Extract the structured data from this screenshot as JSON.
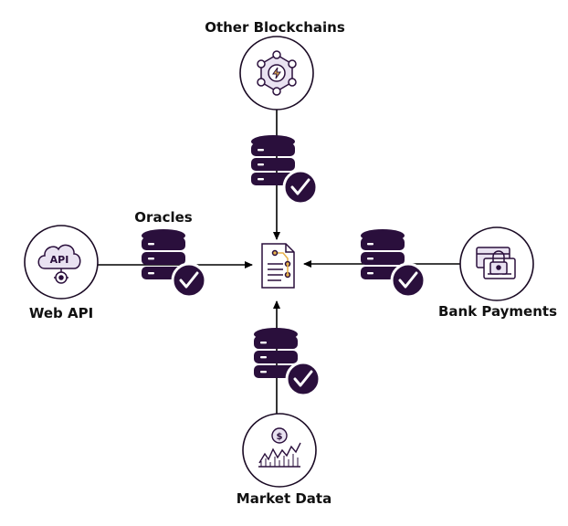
{
  "colors": {
    "primary": "#2a0f3c",
    "line": "#000000",
    "node_fill": "#ffffff",
    "accent_gold": "#e8b24c",
    "icon_fill": "#e9e2f1",
    "check": "#ffffff"
  },
  "nodes": {
    "top": {
      "label": "Other Blockchains",
      "icon": "blockchain-network-icon"
    },
    "left": {
      "label": "Web API",
      "icon": "api-cloud-gear-icon"
    },
    "right": {
      "label": "Bank Payments",
      "icon": "bank-card-lock-icon"
    },
    "bottom": {
      "label": "Market Data",
      "icon": "market-chart-dollar-icon"
    },
    "center": {
      "icon": "smart-contract-document-icon"
    }
  },
  "oracles": {
    "label": "Oracles",
    "icon": "verified-database-icon"
  },
  "api_text": "API"
}
